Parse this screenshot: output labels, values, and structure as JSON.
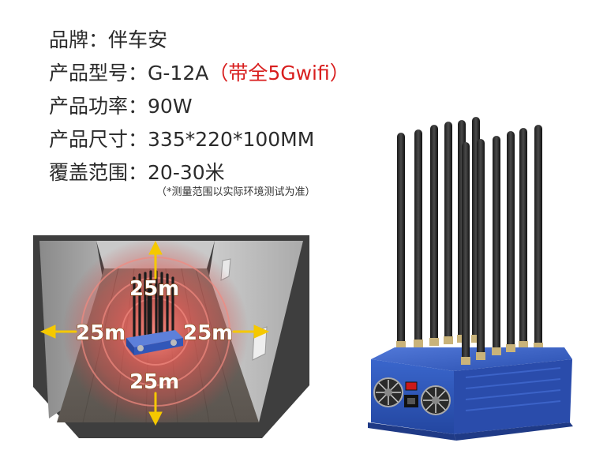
{
  "specs": {
    "brand_label": "品牌：",
    "brand_value": "伴车安",
    "model_label": "产品型号：",
    "model_value": "G-12A",
    "model_note": "（带全5Gwifi）",
    "power_label": "产品功率：",
    "power_value": "90W",
    "size_label": "产品尺寸：",
    "size_value": "335*220*100MM",
    "coverage_label": "覆盖范围：",
    "coverage_value": "20-30米",
    "footnote": "（*测量范围以实际环境测试为准）"
  },
  "room_diagram": {
    "distance_top": "25m",
    "distance_left": "25m",
    "distance_right": "25m",
    "distance_bottom": "25m"
  },
  "colors": {
    "text": "#2b2b2b",
    "highlight": "#d81e1e",
    "arrow": "#f5c800",
    "device_blue": "#2f55b8",
    "signal_red": "#e0413a"
  },
  "icons": [
    "arrow-up-icon",
    "arrow-down-icon",
    "arrow-left-icon",
    "arrow-right-icon",
    "fan-icon",
    "power-switch-icon",
    "power-socket-icon"
  ]
}
